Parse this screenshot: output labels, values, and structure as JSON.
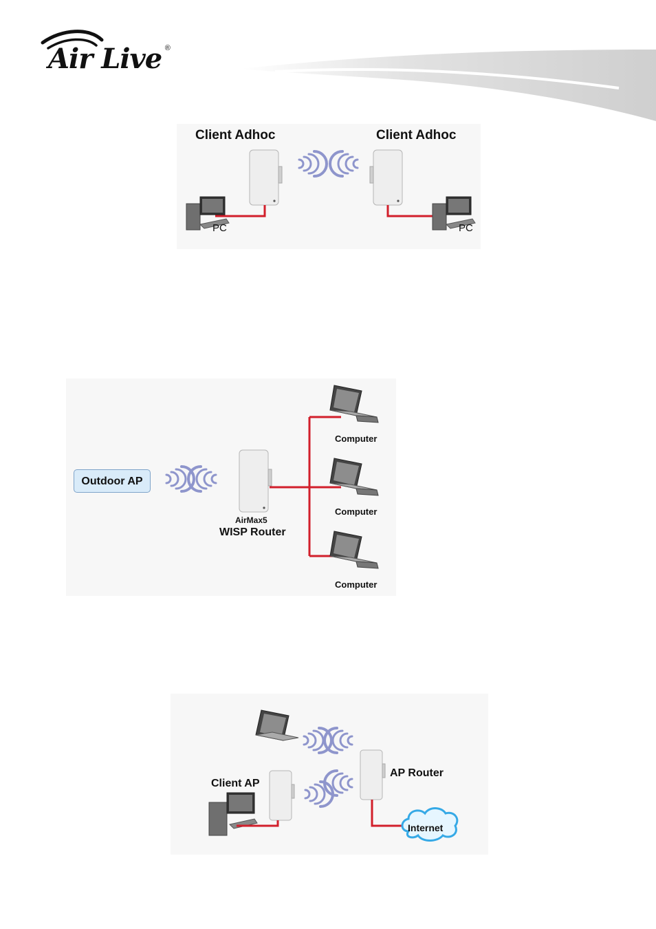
{
  "header": {
    "logo_text": "Air Live",
    "logo_mark": "®"
  },
  "diagram1": {
    "left_title": "Client Adhoc",
    "right_title": "Client Adhoc",
    "left_pc_label": "PC",
    "right_pc_label": "PC"
  },
  "diagram2": {
    "outdoor_ap": "Outdoor AP",
    "device_model": "AirMax5",
    "device_mode": "WISP Router",
    "computers": [
      "Computer",
      "Computer",
      "Computer"
    ]
  },
  "diagram3": {
    "client_ap": "Client AP",
    "ap_router": "AP Router",
    "internet": "Internet"
  },
  "colors": {
    "cable": "#d21f2b",
    "wave": "#8e95cc",
    "device": "#eeeeee",
    "box_fill": "#d9ebf9",
    "box_stroke": "#7ea3c9"
  }
}
